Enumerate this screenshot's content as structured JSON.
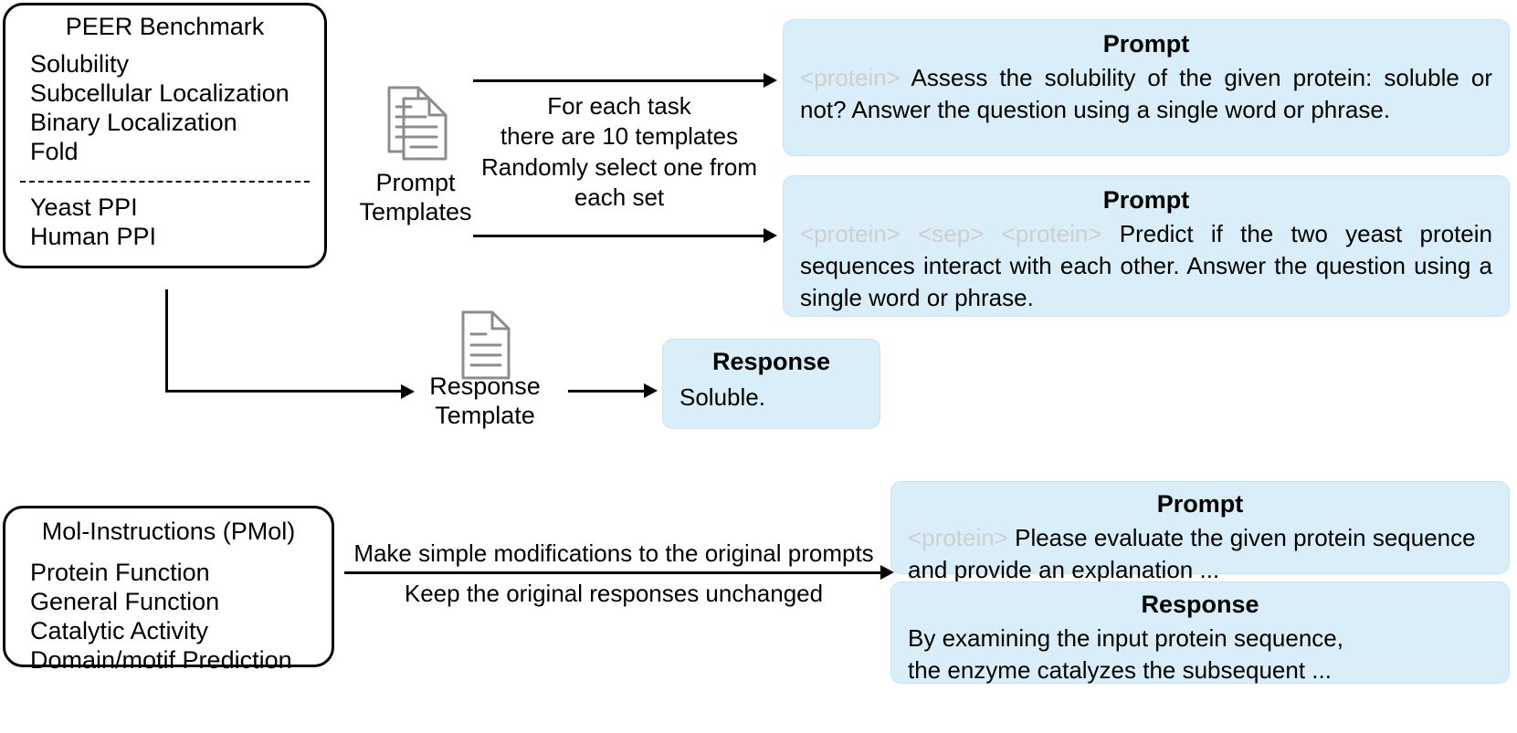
{
  "sources": {
    "peer": {
      "title": "PEER Benchmark",
      "group_a": [
        "Solubility",
        "Subcellular Localization",
        "Binary Localization",
        "Fold"
      ],
      "group_b": [
        "Yeast PPI",
        "Human PPI"
      ]
    },
    "pmol": {
      "title": "Mol-Instructions (PMol)",
      "tasks": [
        "Protein Function",
        "General Function",
        "Catalytic Activity",
        "Domain/motif Prediction"
      ]
    }
  },
  "icons": {
    "prompt_templates_label_line1": "Prompt",
    "prompt_templates_label_line2": "Templates",
    "response_template_label_line1": "Response",
    "response_template_label_line2": "Template"
  },
  "arrows": {
    "templates_caption_line1": "For each task",
    "templates_caption_line2": "there are 10 templates",
    "templates_caption_line3": "Randomly select one from",
    "templates_caption_line4": "each set",
    "pmol_caption_above": "Make simple modifications to the original prompts",
    "pmol_caption_below": "Keep the original responses unchanged"
  },
  "cards": {
    "peer_prompt_solubility": {
      "title": "Prompt",
      "token": "<protein>",
      "text": " Assess the solubility of the given protein: soluble or not? Answer the question using a single word or phrase."
    },
    "peer_prompt_ppi": {
      "title": "Prompt",
      "token1": "<protein>",
      "token2": "<sep>",
      "token3": "<protein>",
      "text": " Predict if the two yeast protein sequences interact with each other. Answer the question using a single word or phrase."
    },
    "peer_response": {
      "title": "Response",
      "text": "Soluble."
    },
    "pmol_prompt": {
      "title": "Prompt",
      "token": "<protein>",
      "text": " Please evaluate the given protein sequence and provide an explanation ..."
    },
    "pmol_response": {
      "title": "Response",
      "line1": "By examining the input protein sequence,",
      "line2": "the enzyme catalyzes the subsequent ..."
    }
  },
  "colors": {
    "card_fill": "#d9eef8",
    "card_border": "#c5e3f2",
    "outline": "#000000",
    "token_gray": "#cfcfcf",
    "icon_gray": "#8c8c8c"
  }
}
